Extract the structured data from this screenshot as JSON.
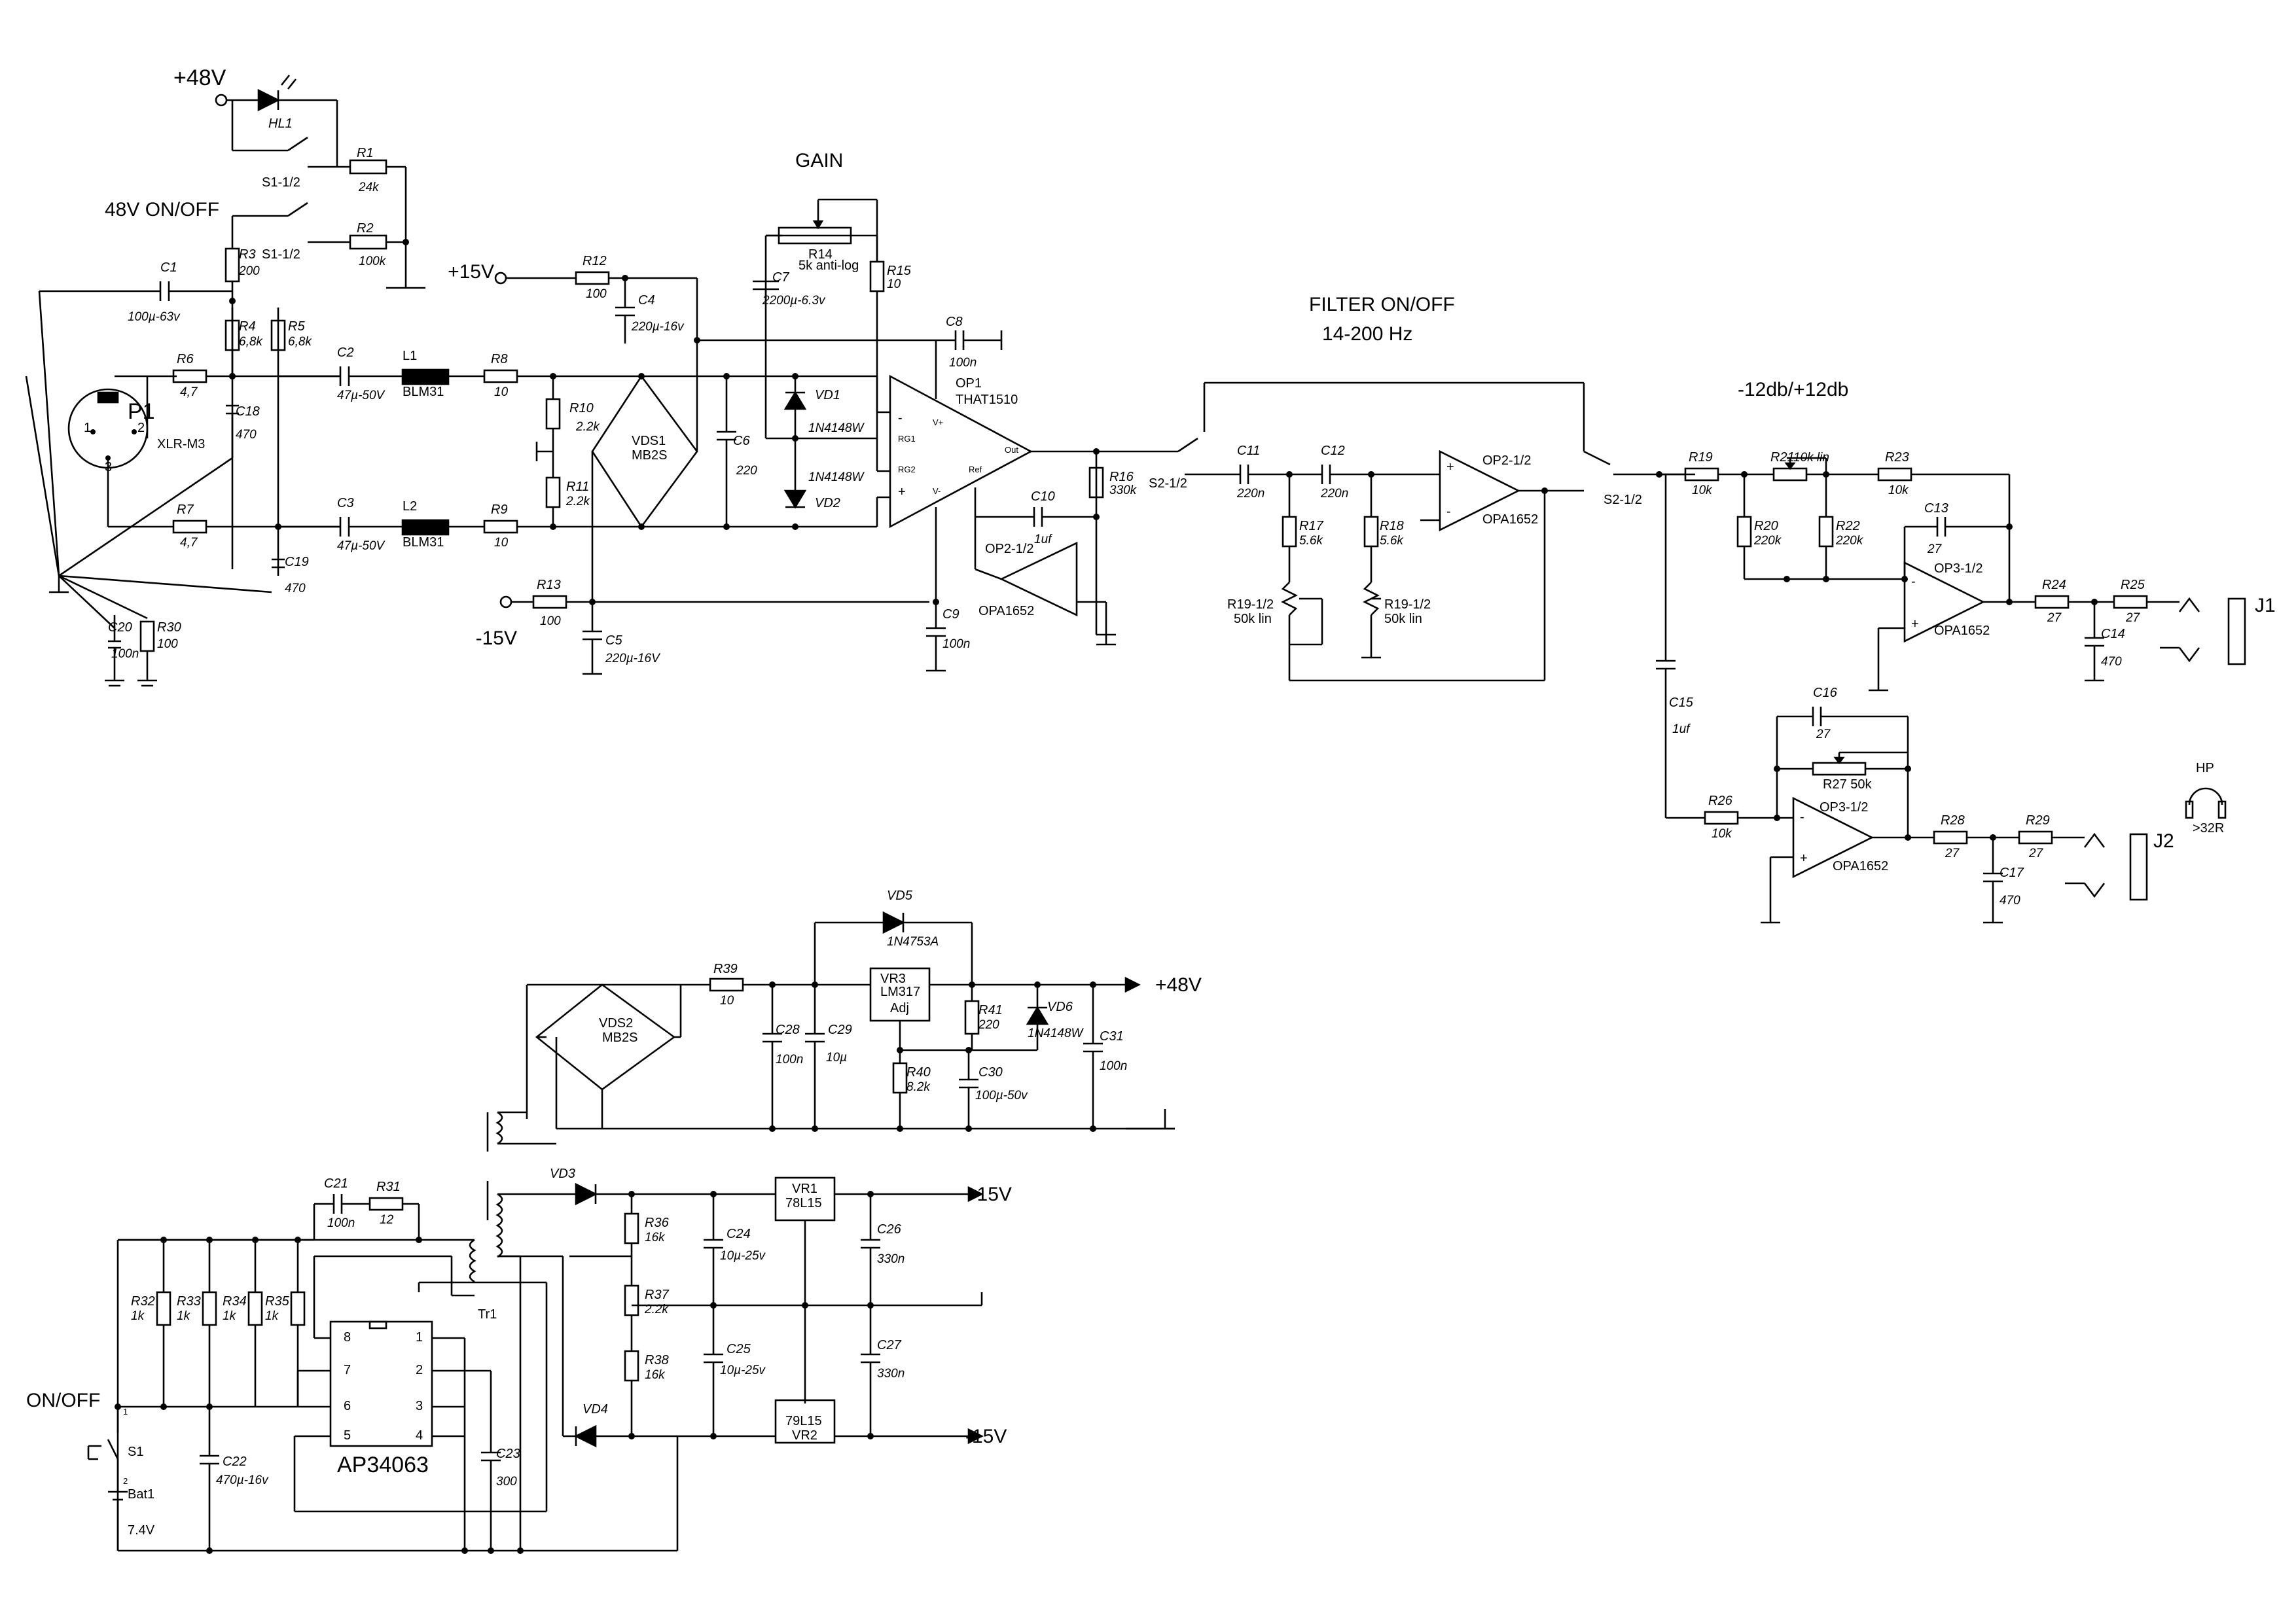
{
  "labels": {
    "v48_top": "+48V",
    "hl1": "HL1",
    "s1a": "S1-1/2",
    "s1b": "S1-1/2",
    "r1": "R1",
    "r1v": "24k",
    "r2": "R2",
    "r2v": "100k",
    "on48": "48V ON/OFF",
    "r3": "R3",
    "r3v": "200",
    "c1": "C1",
    "c1v": "100µ-63v",
    "r4": "R4",
    "r4v": "6,8k",
    "r5": "R5",
    "r5v": "6,8k",
    "r6": "R6",
    "r6v": "4,7",
    "c18": "C18",
    "c18v": "470",
    "p1": "P1",
    "xlr": "XLR-M3",
    "r7": "R7",
    "r7v": "4,7",
    "c19": "C19",
    "c19v": "470",
    "c20": "C20",
    "c20v": "100n",
    "r30": "R30",
    "r30v": "100",
    "c2": "C2",
    "c2v": "47µ-50V",
    "c3": "C3",
    "c3v": "47µ-50V",
    "l1": "L1",
    "l1v": "BLM31",
    "l2": "L2",
    "l2v": "BLM31",
    "r8": "R8",
    "r8v": "10",
    "r9": "R9",
    "r9v": "10",
    "p15": "+15V",
    "m15": "-15V",
    "r12": "R12",
    "r12v": "100",
    "c4": "C4",
    "c4v": "220µ-16v",
    "r13": "R13",
    "r13v": "100",
    "c5": "C5",
    "c5v": "220µ-16V",
    "r10": "R10",
    "r10v": "2.2k",
    "r11": "R11",
    "r11v": "2.2k",
    "vds1": "VDS1",
    "vds1v": "MB2S",
    "c6": "C6",
    "c6v": "220",
    "gain": "GAIN",
    "r14": "R14",
    "r14v": "5k anti-log",
    "c7": "C7",
    "c7v": "2200µ-6.3v",
    "r15": "R15",
    "r15v": "10",
    "c8": "C8",
    "c8v": "100n",
    "vd1": "VD1",
    "vd1v": "1N4148W",
    "vd2": "VD2",
    "vd2v": "1N4148W",
    "op1": "OP1",
    "op1v": "THAT1510",
    "rg1": "RG1",
    "rg2": "RG2",
    "vp": "V+",
    "vm": "V-",
    "out": "Out",
    "ref": "Ref",
    "c9": "C9",
    "c9v": "100n",
    "c10": "C10",
    "c10v": "1uf",
    "op2a": "OP2-1/2",
    "op2av": "OPA1652",
    "r16": "R16",
    "r16v": "330k",
    "filter": "FILTER ON/OFF",
    "freq": "14-200 Hz",
    "s2a": "S2-1/2",
    "s2b": "S2-1/2",
    "c11": "C11",
    "c11v": "220n",
    "c12": "C12",
    "c12v": "220n",
    "r17": "R17",
    "r17v": "5.6k",
    "r18": "R18",
    "r18v": "5.6k",
    "r19a": "R19-1/2",
    "r19av": "50k lin",
    "r19b": "R19-1/2",
    "r19bv": "50k lin",
    "op2b": "OP2-1/2",
    "op2bv": "OPA1652",
    "eq": "-12db/+12db",
    "r19": "R19",
    "r19v": "10k",
    "r21": "R21",
    "r21v": "10k lin",
    "r23": "R23",
    "r23v": "10k",
    "r20": "R20",
    "r20v": "220k",
    "r22": "R22",
    "r22v": "220k",
    "c13": "C13",
    "c13v": "27",
    "op3a": "OP3-1/2",
    "op3av": "OPA1652",
    "r24": "R24",
    "r24v": "27",
    "r25": "R25",
    "r25v": "27",
    "c14": "C14",
    "c14v": "470",
    "j1": "J1",
    "c15": "C15",
    "c15v": "1uf",
    "c16": "C16",
    "c16v": "27",
    "r27": "R27 50k",
    "r26": "R26",
    "r26v": "10k",
    "op3b": "OP3-1/2",
    "op3bv": "OPA1652",
    "r28": "R28",
    "r28v": "27",
    "r29": "R29",
    "r29v": "27",
    "c17": "C17",
    "c17v": "470",
    "j2": "J2",
    "hp": "HP",
    "hpv": ">32R",
    "vd5": "VD5",
    "vd5v": "1N4753A",
    "r39": "R39",
    "r39v": "10",
    "vr3": "VR3",
    "vr3v": "LM317",
    "adj": "Adj",
    "v48_out": "+48V",
    "vds2": "VDS2",
    "vds2v": "MB2S",
    "c28": "C28",
    "c28v": "100n",
    "c29": "C29",
    "c29v": "10µ",
    "r41": "R41",
    "r41v": "220",
    "vd6": "VD6",
    "vd6v": "1N4148W",
    "c31": "C31",
    "c31v": "100n",
    "r40": "R40",
    "r40v": "8.2k",
    "c30": "C30",
    "c30v": "100µ-50v",
    "c21": "C21",
    "c21v": "100n",
    "r31": "R31",
    "r31v": "12",
    "vd3": "VD3",
    "vd4": "VD4",
    "r36": "R36",
    "r36v": "16k",
    "r37": "R37",
    "r37v": "2.2k",
    "r38": "R38",
    "r38v": "16k",
    "c24": "C24",
    "c24v": "10µ-25v",
    "c25": "C25",
    "c25v": "10µ-25v",
    "vr1": "VR1",
    "vr1v": "78L15",
    "vr2": "VR2",
    "vr2v": "79L15",
    "c26": "C26",
    "c26v": "330n",
    "c27": "C27",
    "c27v": "330n",
    "p15_out": "+15V",
    "m15_out": "-15V",
    "tr1": "Tr1",
    "r32": "R32",
    "r32v": "1k",
    "r33": "R33",
    "r33v": "1k",
    "r34": "R34",
    "r34v": "1k",
    "r35": "R35",
    "r35v": "1k",
    "onoff": "ON/OFF",
    "s1": "S1",
    "bat": "Bat1",
    "batv": "7.4V",
    "c22": "C22",
    "c22v": "470µ-16v",
    "c23": "C23",
    "c23v": "300",
    "ap": "AP34063",
    "pin1": "1",
    "pin2": "2",
    "pin3": "3",
    "pin4": "4",
    "pin5": "5",
    "pin6": "6",
    "pin7": "7",
    "pin8": "8",
    "plus": "+",
    "minus": "-",
    "xlr1": "1",
    "xlr2": "2",
    "xlr3": "3",
    "sw1": "1",
    "sw2": "2"
  }
}
